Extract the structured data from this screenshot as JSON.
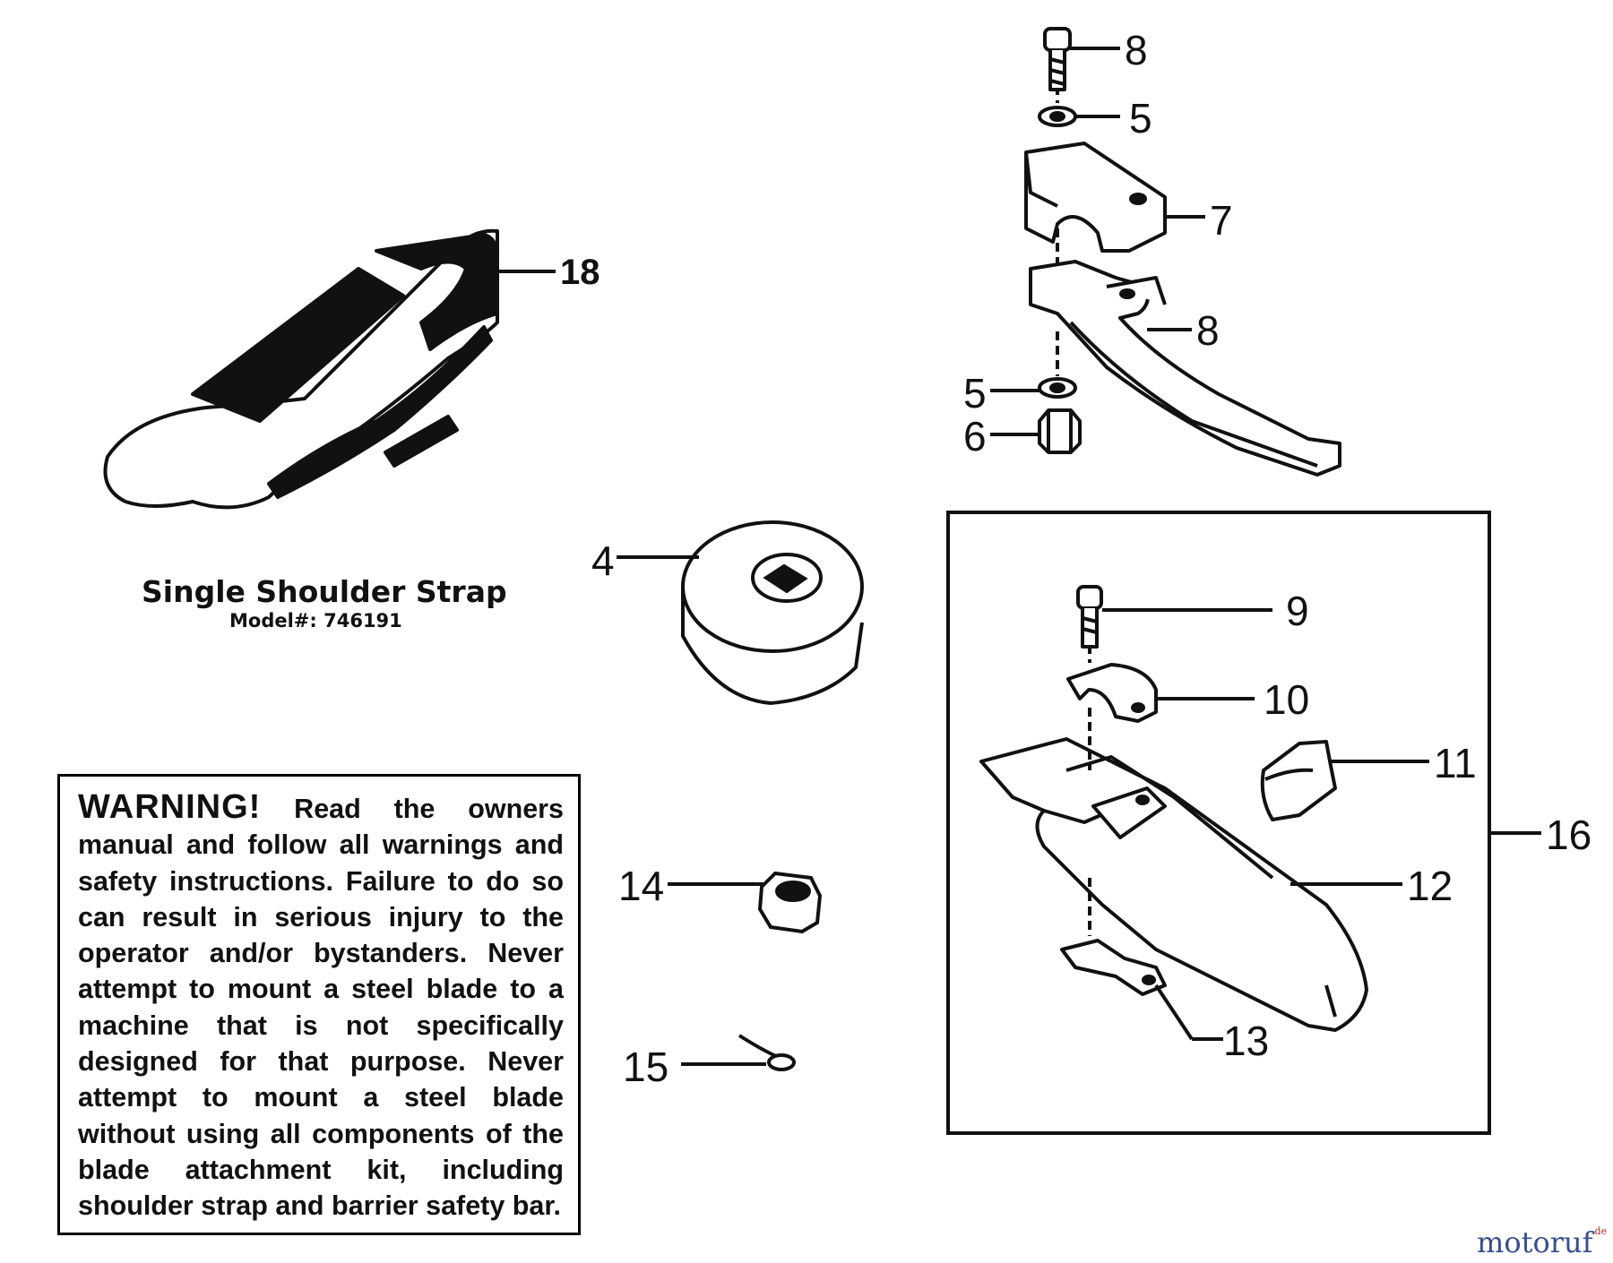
{
  "strap": {
    "title": "Single Shoulder Strap",
    "model": "Model#: 746191"
  },
  "warning": {
    "heading": "WARNING!",
    "body": "Read the owners manual and follow all warnings and safety instructions. Failure to do so can result in serious injury to the operator and/or bystanders. Never attempt to mount a steel blade to a machine that is not specifically designed for that purpose. Never attempt to mount a steel blade without using all components of the blade attachment kit, including shoulder strap and barrier safety bar."
  },
  "callouts": {
    "c18": "18",
    "c8_top": "8",
    "c5_top": "5",
    "c7": "7",
    "c8_mid": "8",
    "c5_low": "5",
    "c6": "6",
    "c4": "4",
    "c9": "9",
    "c10": "10",
    "c11": "11",
    "c16": "16",
    "c12": "12",
    "c13": "13",
    "c14": "14",
    "c15": "15"
  },
  "watermark": {
    "text": "motoruf",
    "suffix": ".de"
  },
  "colors": {
    "line": "#111111",
    "watermark": "#3a4e8c"
  }
}
